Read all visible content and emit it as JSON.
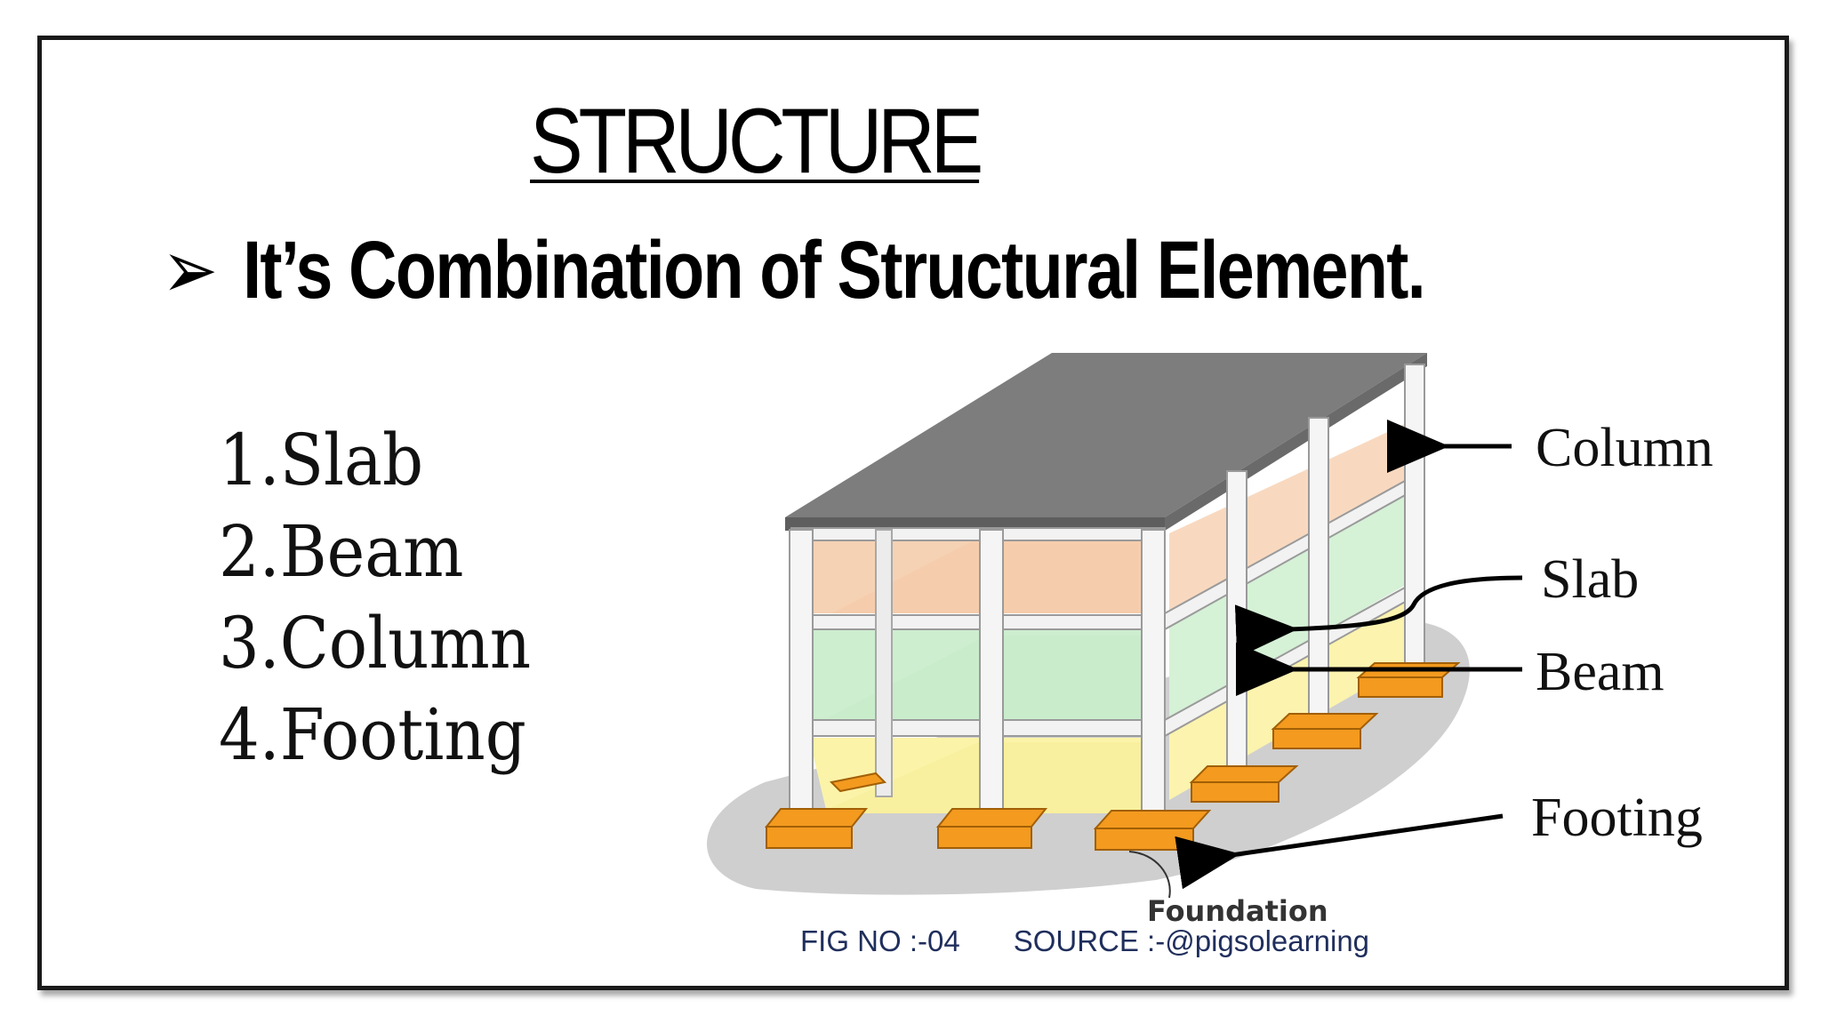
{
  "title": "STRUCTURE",
  "subtitle": {
    "bullet": "➢",
    "text": "It’s Combination of Structural Element."
  },
  "elements": [
    "1.Slab",
    "2.Beam",
    "3.Column",
    "4.Footing"
  ],
  "diagram": {
    "callouts": {
      "column": "Column",
      "slab": "Slab",
      "beam": "Beam",
      "footing": "Footing"
    },
    "foundation_label": "Foundation"
  },
  "caption": {
    "figure": "FIG NO :-04",
    "source": "SOURCE :-@pigsolearning"
  },
  "colors": {
    "roof": "#7d7d7d",
    "slab_top": "#f6d2b4",
    "slab_mid": "#cdeecf",
    "slab_low": "#fbf3a8",
    "footing": "#f39a1f",
    "ground": "#cfcfcf",
    "caption": "#1f2e5c"
  }
}
